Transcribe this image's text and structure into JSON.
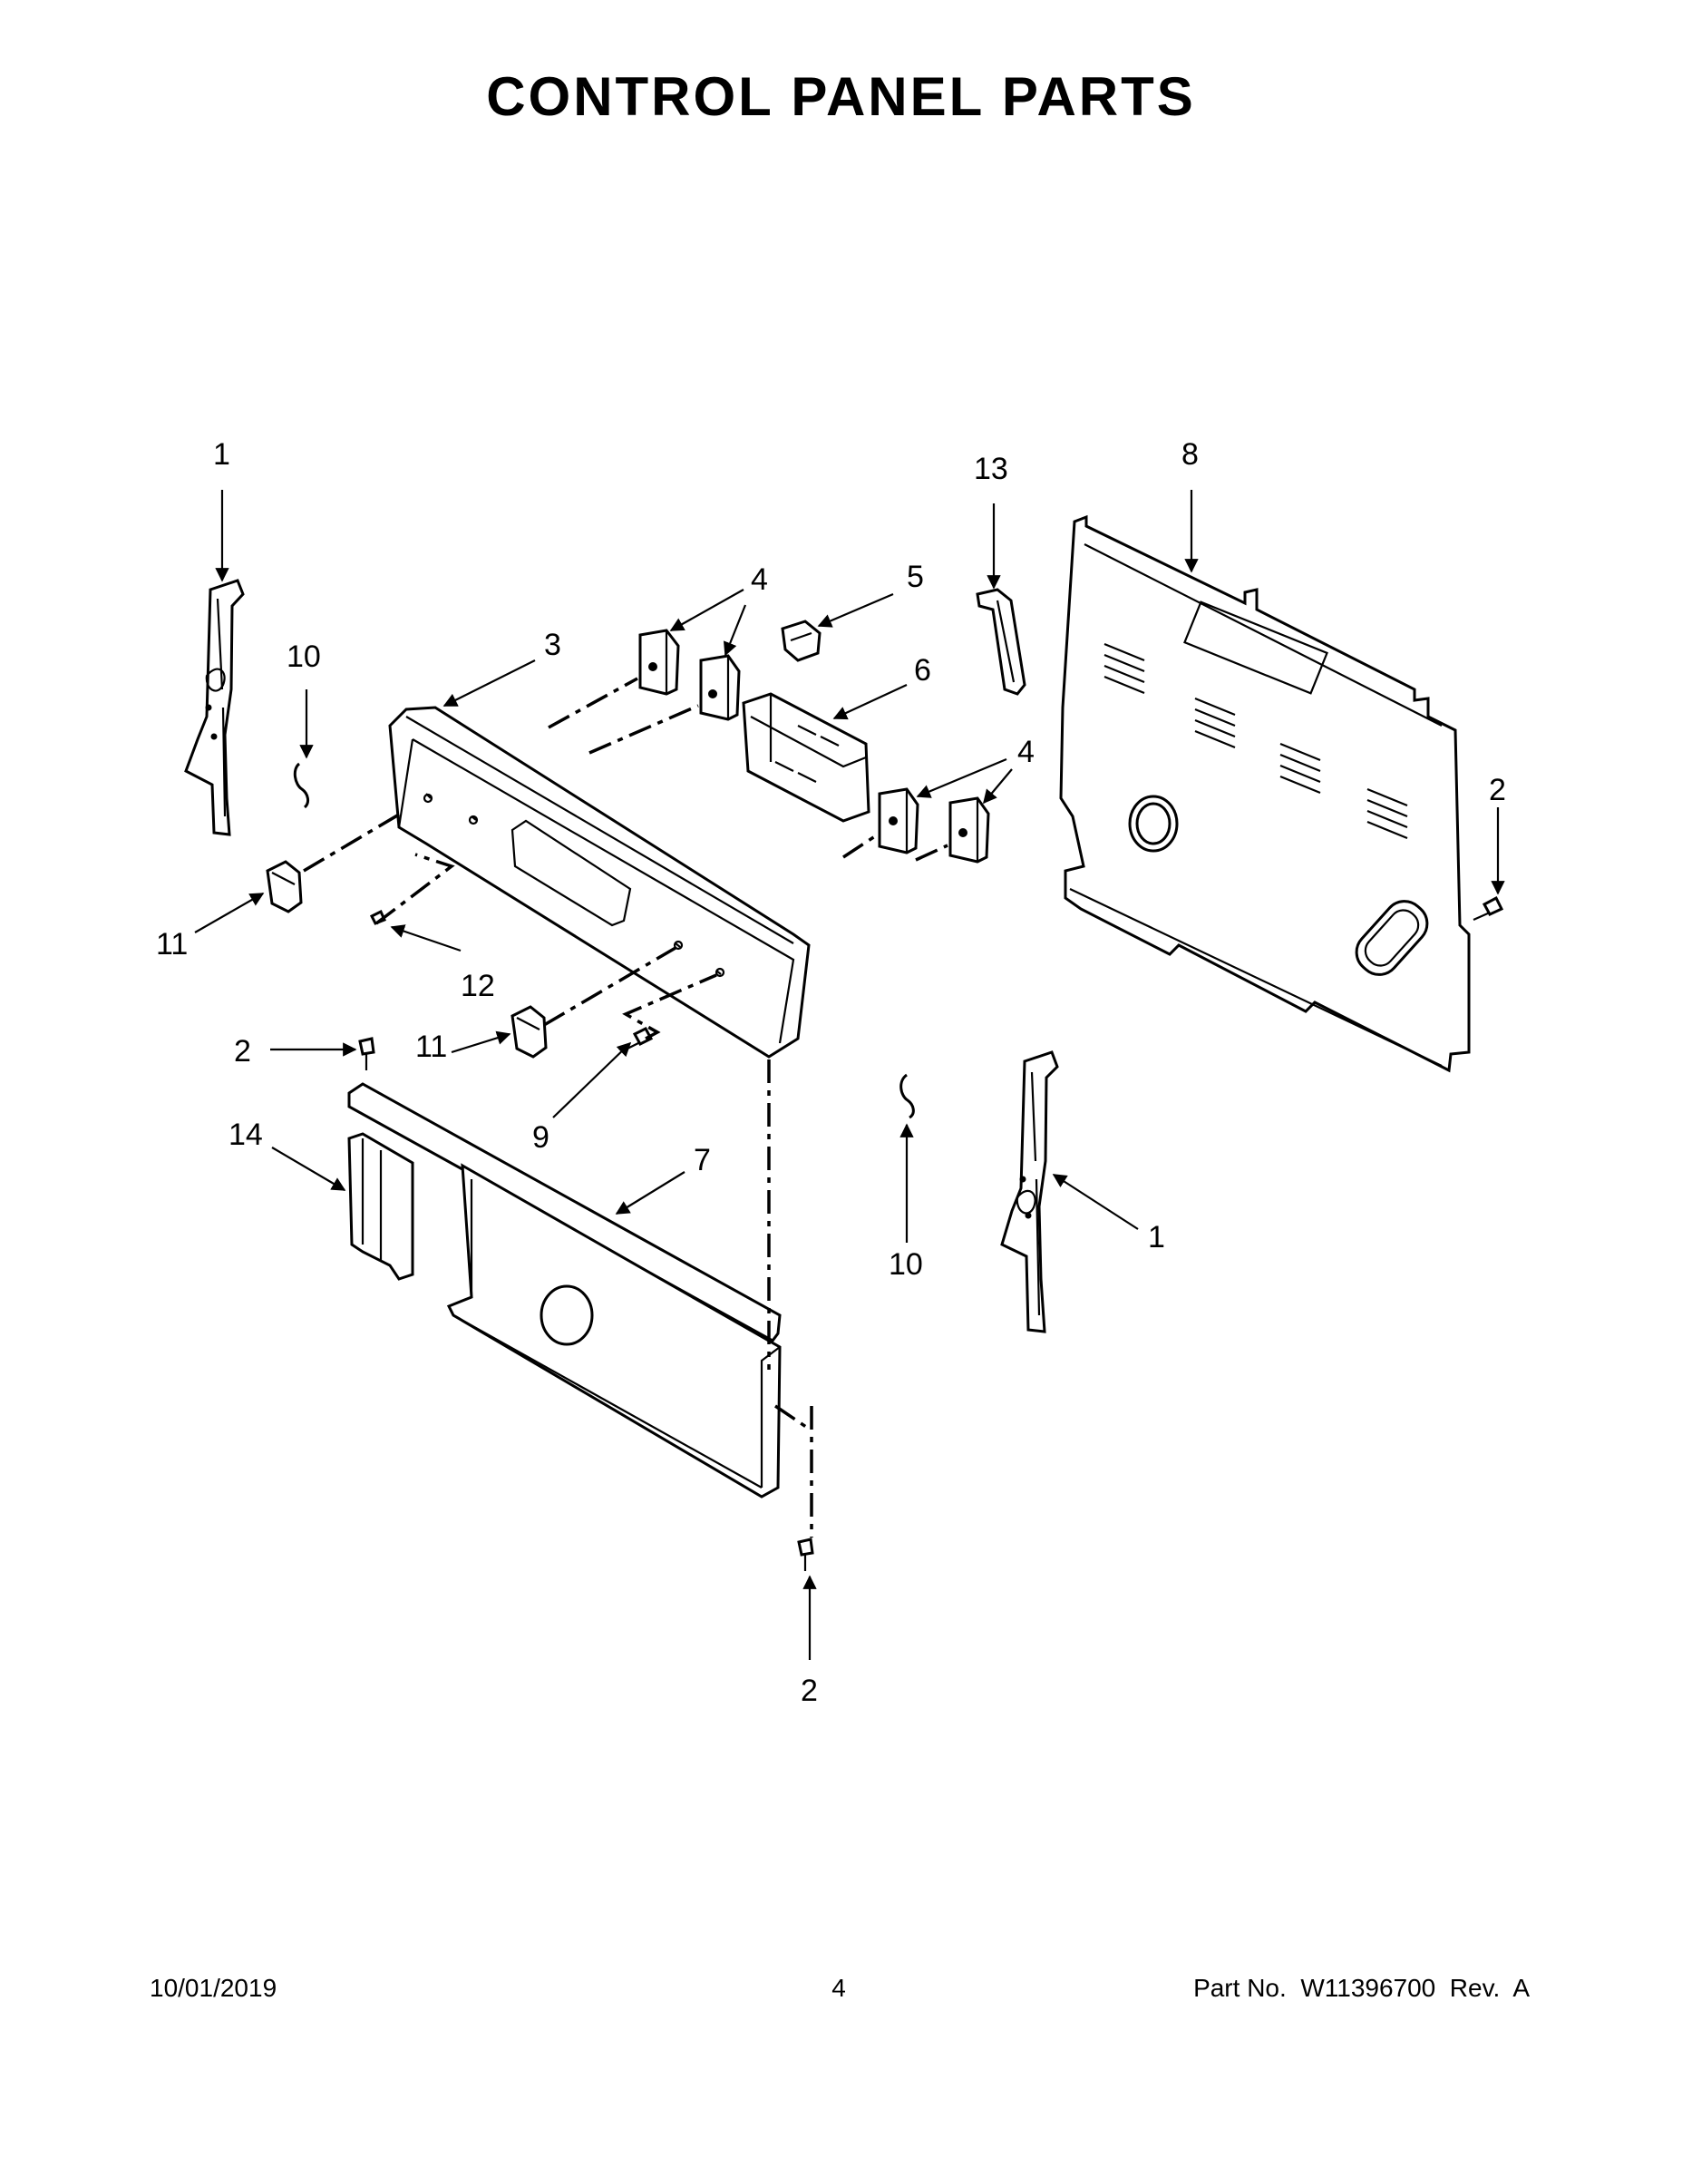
{
  "title": "CONTROL PANEL PARTS",
  "footer": {
    "date": "10/01/2019",
    "page": "4",
    "part": "Part No.  W11396700  Rev.  A"
  },
  "callouts": {
    "c1_top_left": "1",
    "c1_right": "1",
    "c2_right": "2",
    "c2_left": "2",
    "c2_bottom": "2",
    "c3": "3",
    "c4_top": "4",
    "c4_right": "4",
    "c5": "5",
    "c6": "6",
    "c7": "7",
    "c8": "8",
    "c9": "9",
    "c10_left": "10",
    "c10_right": "10",
    "c11_left": "11",
    "c11_mid": "11",
    "c12": "12",
    "c13": "13",
    "c14": "14"
  }
}
